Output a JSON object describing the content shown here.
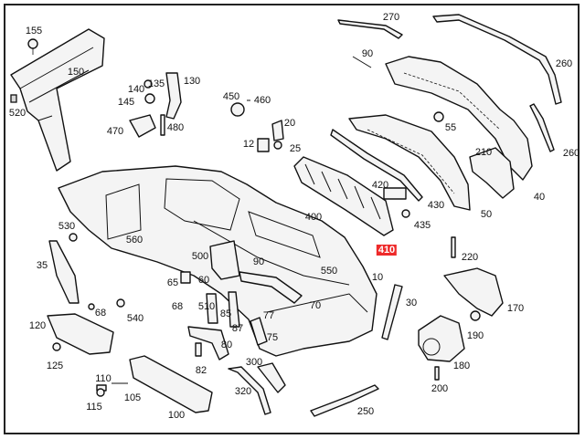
{
  "colors": {
    "highlight": "#ee2a2a",
    "line": "#111111",
    "background": "#ffffff"
  },
  "highlighted_part": "410",
  "labels": {
    "p155": "155",
    "p150": "150",
    "p520": "520",
    "p140": "140",
    "p135": "135",
    "p130": "130",
    "p145": "145",
    "p470": "470",
    "p480": "480",
    "p450": "450",
    "p460": "460",
    "p270": "270",
    "p90a": "90",
    "p260a": "260",
    "p55": "55",
    "p20": "20",
    "p12": "12",
    "p25": "25",
    "p210": "210",
    "p260b": "260",
    "p420": "420",
    "p430": "430",
    "p40": "40",
    "p400": "400",
    "p435": "435",
    "p50": "50",
    "p530": "530",
    "p560": "560",
    "p410": "410",
    "p220": "220",
    "p35": "35",
    "p500": "500",
    "p90b": "90",
    "p550": "550",
    "p10": "10",
    "p65": "65",
    "p60": "60",
    "p68a": "68",
    "p540": "540",
    "p68b": "68",
    "p510": "510",
    "p70": "70",
    "p30": "30",
    "p170": "170",
    "p120": "120",
    "p85": "85",
    "p87": "87",
    "p77": "77",
    "p75": "75",
    "p190": "190",
    "p125": "125",
    "p80": "80",
    "p82": "82",
    "p300": "300",
    "p180": "180",
    "p110": "110",
    "p105": "105",
    "p115": "115",
    "p320": "320",
    "p200": "200",
    "p100": "100",
    "p250": "250"
  }
}
